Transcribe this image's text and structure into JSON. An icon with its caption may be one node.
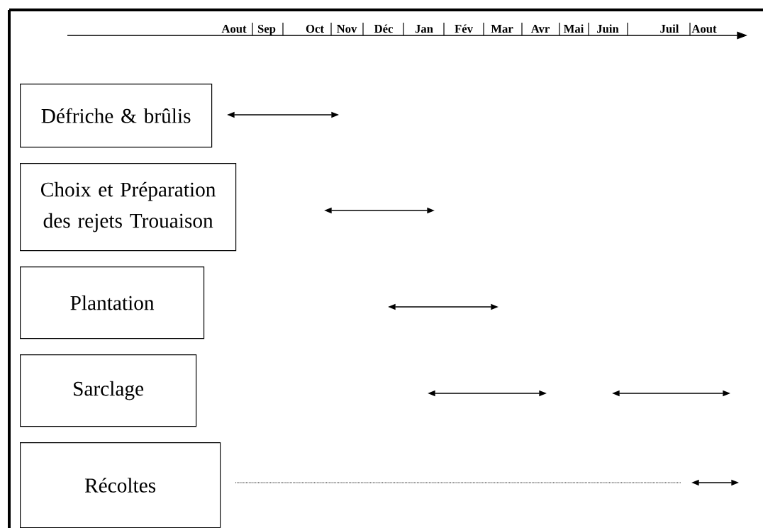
{
  "diagram": {
    "nodes": [
      {
        "text": [
          "Défriche & brûlis"
        ]
      },
      {
        "text": [
          "Choix et Préparation des rejets Trouaison"
        ]
      },
      {
        "text": [
          "Plantation"
        ]
      },
      {
        "text": [
          "Sarclage"
        ]
      },
      {
        "text": [
          "Récoltes"
        ]
      }
    ],
    "labels": [
      "Aout",
      "Sep",
      "Oct",
      "Nov",
      "Déc",
      "Jan",
      "Fév",
      "Mar",
      "Avr",
      "Mai",
      "Juin",
      "Juil",
      "Aout"
    ]
  }
}
